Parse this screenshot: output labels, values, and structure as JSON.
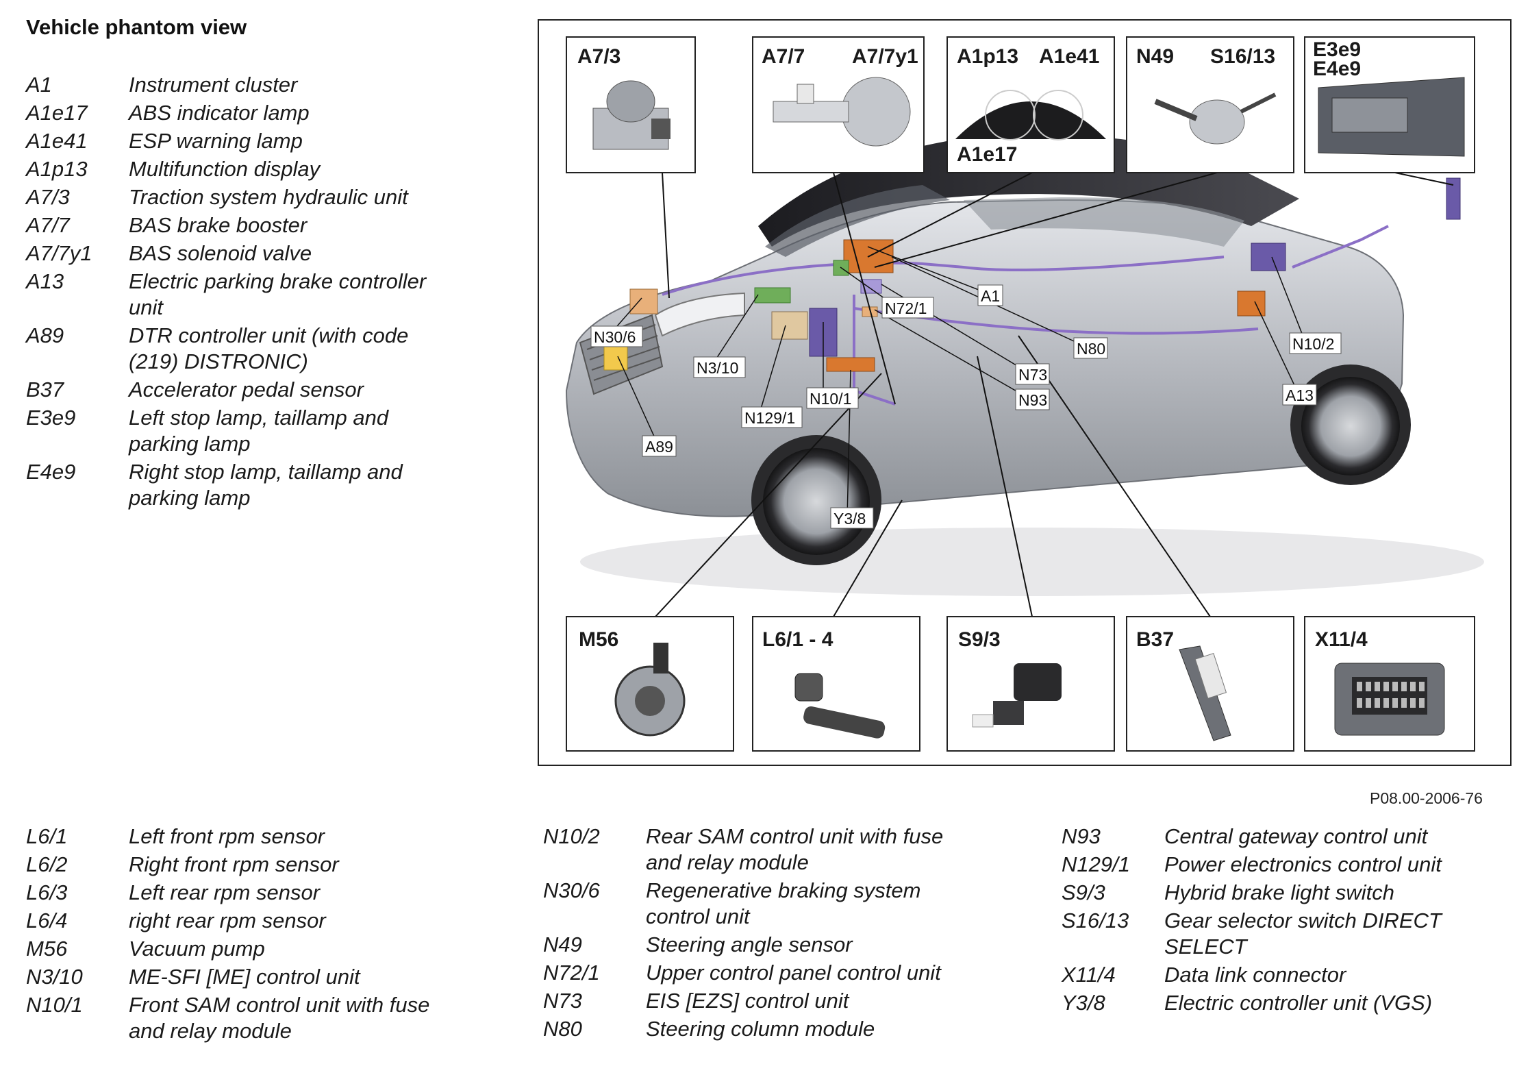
{
  "title": "Vehicle phantom view",
  "figure_ref": "P08.00-2006-76",
  "legend_top": [
    {
      "code": "A1",
      "desc": [
        "Instrument cluster"
      ]
    },
    {
      "code": "A1e17",
      "desc": [
        "ABS indicator lamp"
      ]
    },
    {
      "code": "A1e41",
      "desc": [
        "ESP warning lamp"
      ]
    },
    {
      "code": "A1p13",
      "desc": [
        "Multifunction display"
      ]
    },
    {
      "code": "A7/3",
      "desc": [
        "Traction system hydraulic unit"
      ]
    },
    {
      "code": "A7/7",
      "desc": [
        "BAS brake booster"
      ]
    },
    {
      "code": "A7/7y1",
      "desc": [
        "BAS solenoid valve"
      ]
    },
    {
      "code": "A13",
      "desc": [
        "Electric parking brake controller",
        "unit"
      ]
    },
    {
      "code": "A89",
      "desc": [
        "DTR controller unit (with code",
        "(219) DISTRONIC)"
      ]
    },
    {
      "code": "B37",
      "desc": [
        "Accelerator pedal sensor"
      ]
    },
    {
      "code": "E3e9",
      "desc": [
        "Left stop lamp, taillamp and",
        "parking lamp"
      ]
    },
    {
      "code": "E4e9",
      "desc": [
        "Right stop lamp, taillamp and",
        "parking lamp"
      ]
    }
  ],
  "legend_bottom_col1": [
    {
      "code": "L6/1",
      "desc": [
        "Left front rpm sensor"
      ]
    },
    {
      "code": "L6/2",
      "desc": [
        "Right front rpm sensor"
      ]
    },
    {
      "code": "L6/3",
      "desc": [
        "Left rear rpm sensor"
      ]
    },
    {
      "code": "L6/4",
      "desc": [
        "right rear rpm sensor"
      ]
    },
    {
      "code": "M56",
      "desc": [
        "Vacuum pump"
      ]
    },
    {
      "code": "N3/10",
      "desc": [
        "ME-SFI [ME] control unit"
      ]
    },
    {
      "code": "N10/1",
      "desc": [
        "Front SAM control unit with fuse",
        "and relay module"
      ]
    }
  ],
  "legend_bottom_col2": [
    {
      "code": "N10/2",
      "desc": [
        "Rear SAM control unit with fuse",
        "and relay module"
      ]
    },
    {
      "code": "N30/6",
      "desc": [
        "Regenerative braking system",
        "control unit"
      ]
    },
    {
      "code": "N49",
      "desc": [
        "Steering angle sensor"
      ]
    },
    {
      "code": "N72/1",
      "desc": [
        "Upper control panel control unit"
      ]
    },
    {
      "code": "N73",
      "desc": [
        "EIS [EZS] control unit"
      ]
    },
    {
      "code": "N80",
      "desc": [
        "Steering column module"
      ]
    }
  ],
  "legend_bottom_col3": [
    {
      "code": "N93",
      "desc": [
        "Central gateway control unit"
      ]
    },
    {
      "code": "N129/1",
      "desc": [
        "Power electronics control unit"
      ]
    },
    {
      "code": "S9/3",
      "desc": [
        "Hybrid brake light switch"
      ]
    },
    {
      "code": "S16/13",
      "desc": [
        "Gear selector switch DIRECT",
        "SELECT"
      ]
    },
    {
      "code": "X11/4",
      "desc": [
        "Data link connector"
      ]
    },
    {
      "code": "Y3/8",
      "desc": [
        "Electric controller unit (VGS)"
      ]
    }
  ],
  "diagram": {
    "top_boxes": [
      {
        "labels": [
          "A7/3"
        ],
        "part": "hydraulic-unit"
      },
      {
        "labels": [
          "A7/7",
          "A7/7y1"
        ],
        "part": "brake-booster"
      },
      {
        "labels": [
          "A1p13",
          "A1e41",
          "A1e17"
        ],
        "part": "instrument-cluster"
      },
      {
        "labels": [
          "N49",
          "S16/13"
        ],
        "part": "steering-column"
      },
      {
        "labels": [
          "E3e9",
          "E4e9"
        ],
        "part": "tail-lamp"
      }
    ],
    "bottom_boxes": [
      {
        "labels": [
          "M56"
        ],
        "part": "vacuum-pump"
      },
      {
        "labels": [
          "L6/1 - 4"
        ],
        "part": "rpm-sensor"
      },
      {
        "labels": [
          "S9/3"
        ],
        "part": "brake-light-switch"
      },
      {
        "labels": [
          "B37"
        ],
        "part": "accelerator-pedal"
      },
      {
        "labels": [
          "X11/4"
        ],
        "part": "data-link-connector"
      }
    ],
    "callouts": [
      "N30/6",
      "N3/10",
      "N72/1",
      "A1",
      "N80",
      "N73",
      "N93",
      "N10/1",
      "N129/1",
      "A89",
      "Y3/8",
      "N10/2",
      "A13"
    ],
    "colors": {
      "car_body": "#b9bcc2",
      "roof": "#2a2a2e",
      "hydraulic": "#e8b07a",
      "module_green": "#6fae5a",
      "module_orange": "#d9782f",
      "module_purple": "#6a5aa8",
      "wire_purple": "#8b6fc6"
    }
  }
}
